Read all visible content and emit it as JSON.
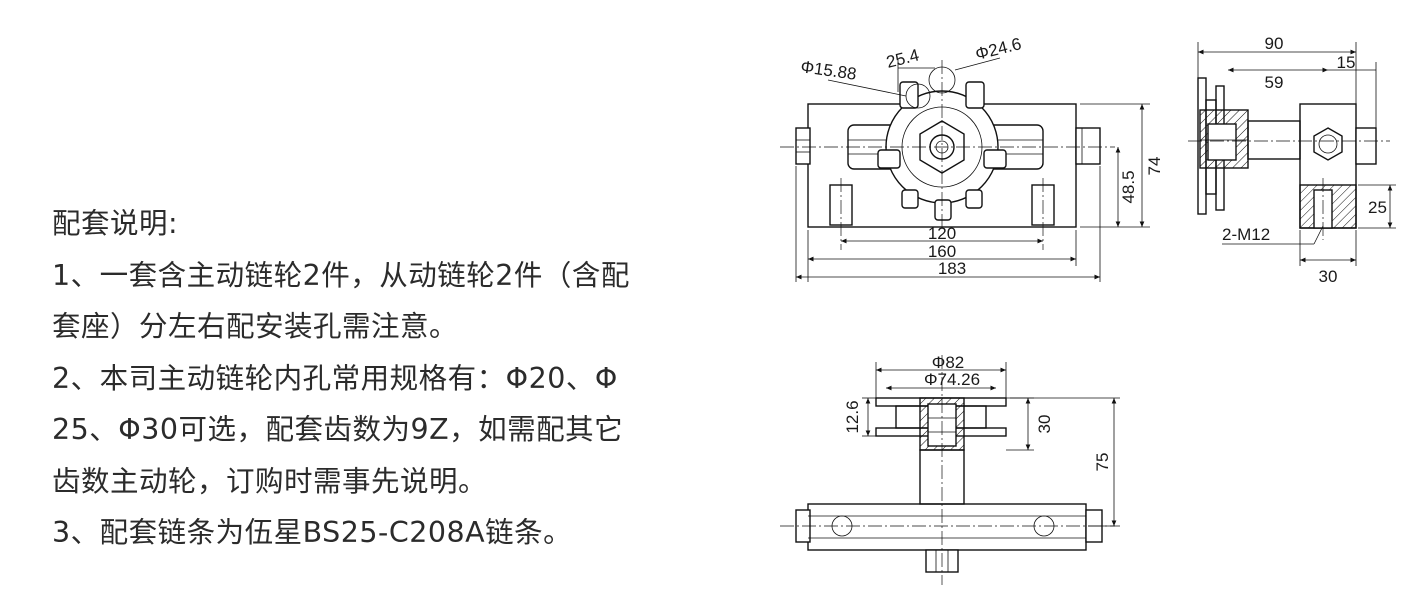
{
  "notes": {
    "title": "配套说明:",
    "lines": [
      "1、一套含主动链轮2件，从动链轮2件（含配",
      "套座）分左右配安装孔需注意。",
      "2、本司主动链轮内孔常用规格有：Φ20、Φ",
      "25、Φ30可选，配套齿数为9Z，如需配其它",
      "齿数主动轮，订购时需事先说明。",
      "3、配套链条为伍星BS25-C208A链条。"
    ]
  },
  "front_view": {
    "dims": {
      "d_small": "Φ15.88",
      "pitch": "25.4",
      "d_large": "Φ24.6",
      "w120": "120",
      "w160": "160",
      "w183": "183",
      "h48": "48.5",
      "h74": "74"
    }
  },
  "side_view": {
    "dims": {
      "w90": "90",
      "w59": "59",
      "w15": "15",
      "h25": "25",
      "bolt": "2-M12",
      "w30": "30"
    }
  },
  "top_view": {
    "dims": {
      "d82": "Φ82",
      "d74": "Φ74.26",
      "h12": "12.6",
      "h30": "30",
      "h75": "75"
    }
  }
}
